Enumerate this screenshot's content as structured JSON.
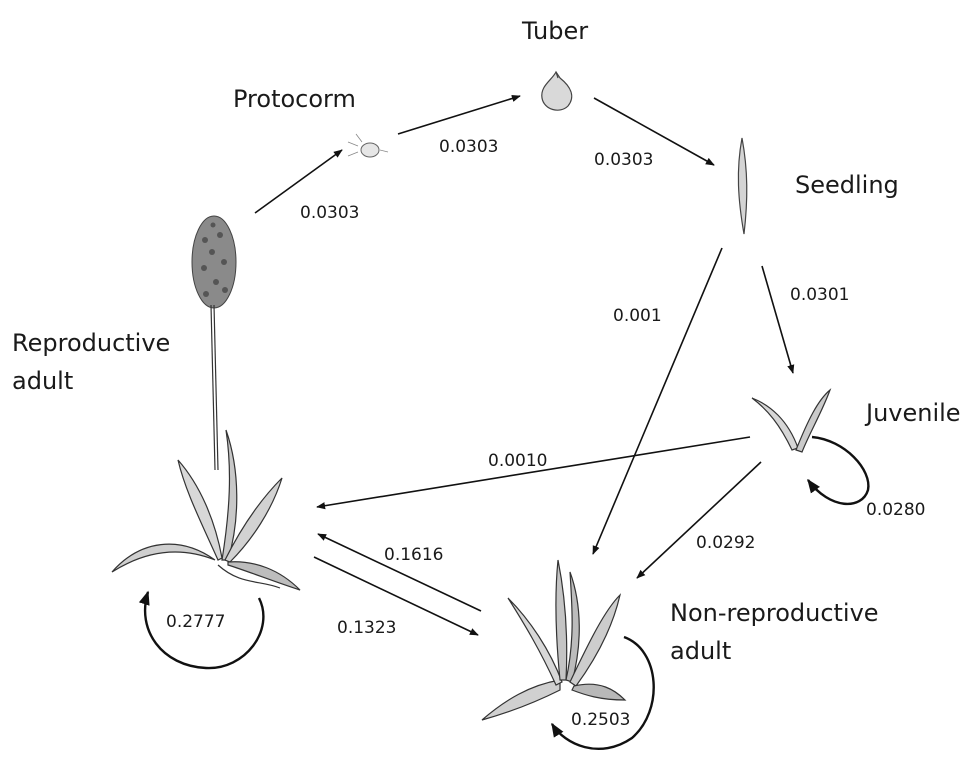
{
  "stages": {
    "tuber": "Tuber",
    "protocorm": "Protocorm",
    "seedling": "Seedling",
    "juvenile": "Juvenile",
    "reproductive_line1": "Reproductive",
    "reproductive_line2": "adult",
    "nonrepro_line1": "Non-reproductive",
    "nonrepro_line2": "adult"
  },
  "transitions": {
    "repro_to_protocorm": "0.0303",
    "protocorm_to_tuber": "0.0303",
    "tuber_to_seedling": "0.0303",
    "seedling_to_nonrepro": "0.001",
    "seedling_to_juvenile": "0.0301",
    "juvenile_to_repro": "0.0010",
    "juvenile_stasis": "0.0280",
    "juvenile_to_nonrepro": "0.0292",
    "nonrepro_to_repro": "0.1616",
    "repro_to_nonrepro": "0.1323",
    "repro_stasis": "0.2777",
    "nonrepro_stasis": "0.2503"
  }
}
